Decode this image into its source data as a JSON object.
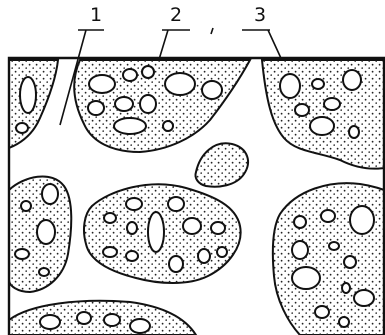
{
  "labels": [
    {
      "id": "label-1",
      "text": "1"
    },
    {
      "id": "label-2",
      "text": "2"
    },
    {
      "id": "label-3",
      "text": "3"
    }
  ]
}
